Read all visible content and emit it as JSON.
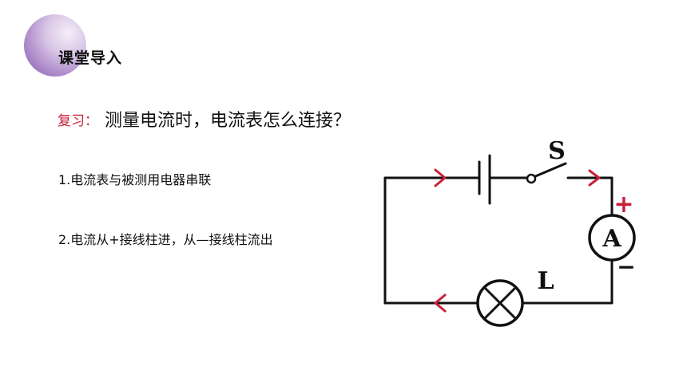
{
  "header": {
    "title": "课堂导入"
  },
  "review": {
    "label": "复习：",
    "question": "测量电流时，电流表怎么连接？"
  },
  "points": [
    "1.电流表与被测用电器串联",
    "2.电流从+接线柱进，从—接线柱流出"
  ],
  "circuit": {
    "switch_label": "S",
    "ammeter_label": "A",
    "lamp_label": "L",
    "plus_sign": "+",
    "minus_sign": "−",
    "wire_color": "#111111",
    "arrow_color": "#c8203a"
  }
}
